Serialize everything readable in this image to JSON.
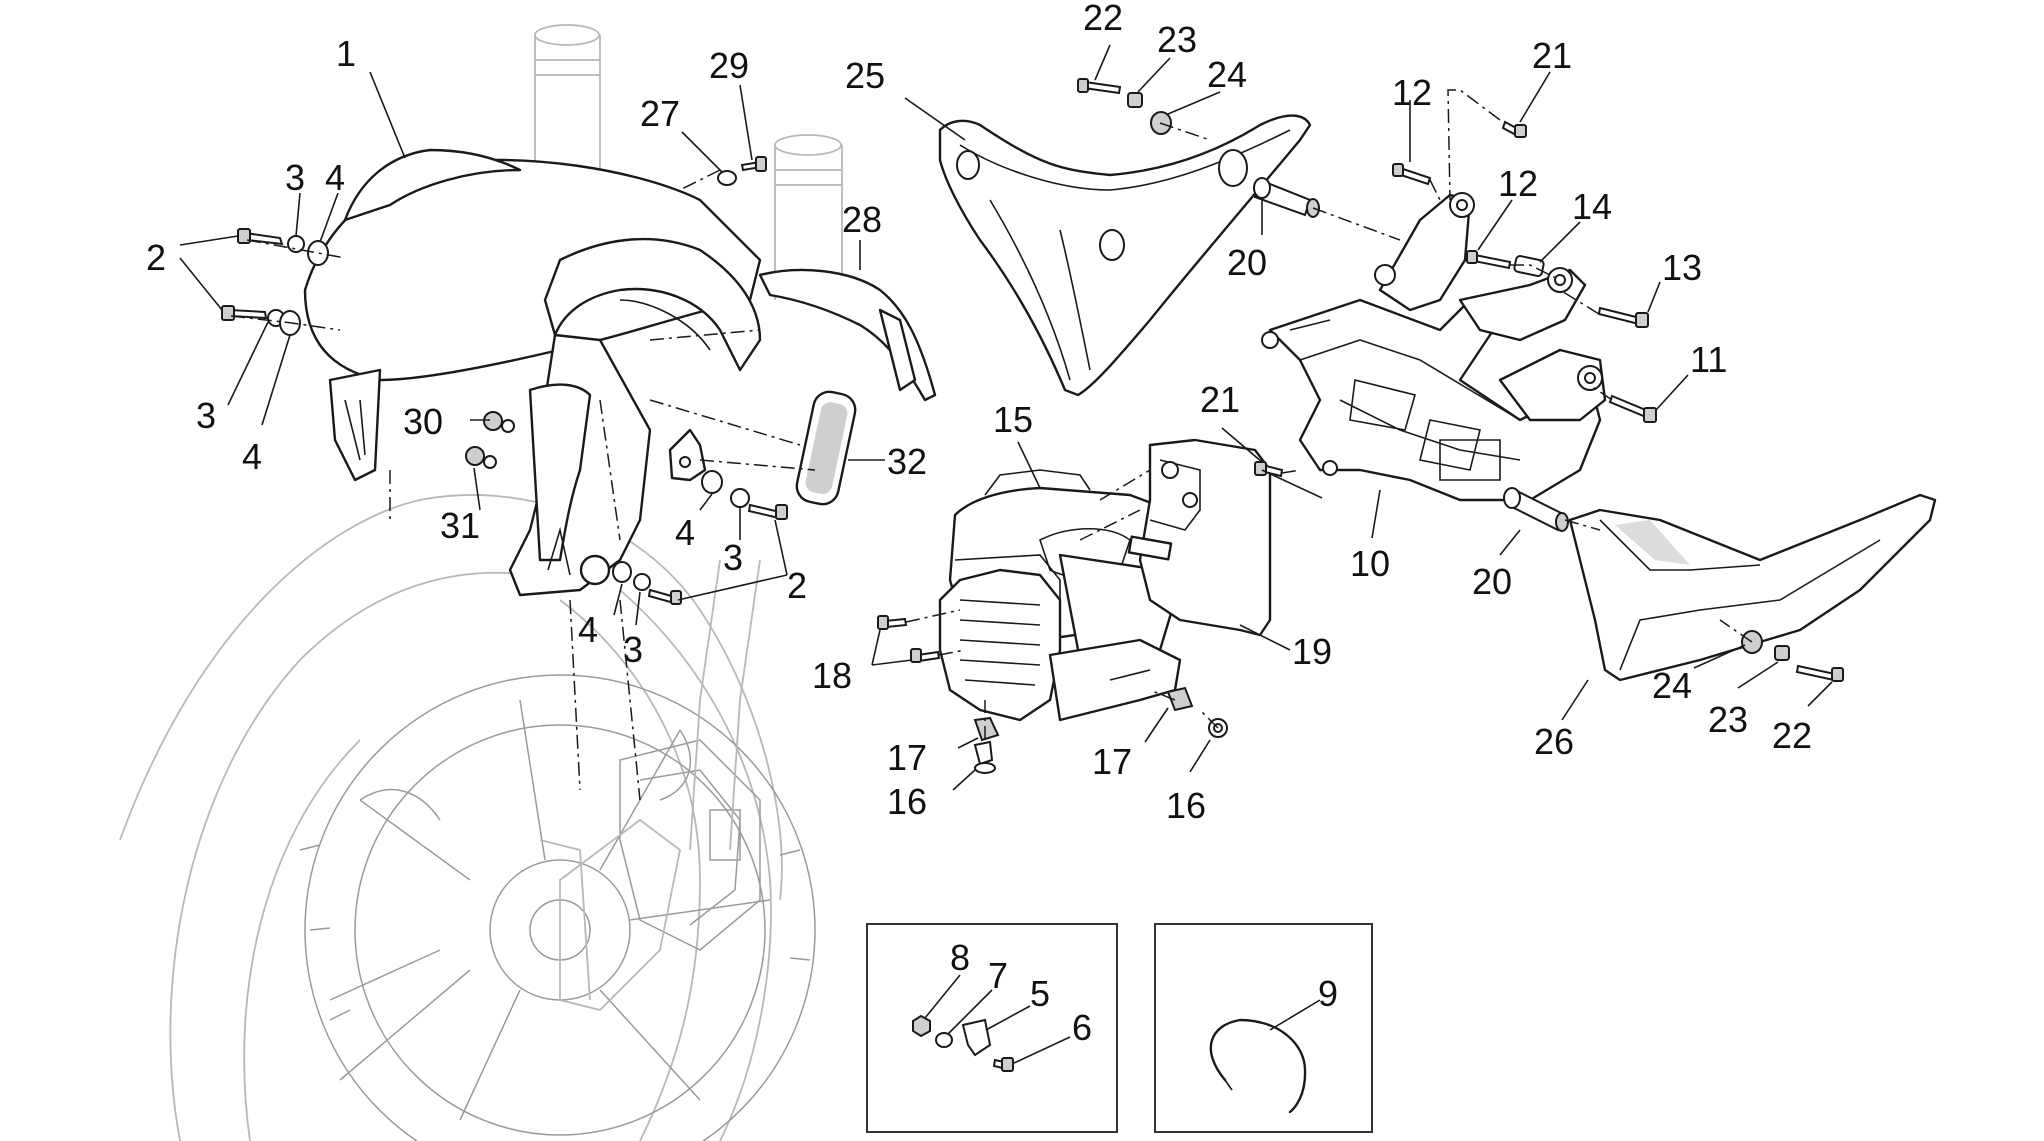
{
  "callouts": [
    {
      "id": "c1",
      "text": "1"
    },
    {
      "id": "c2a",
      "text": "2"
    },
    {
      "id": "c3a",
      "text": "3"
    },
    {
      "id": "c4a",
      "text": "4"
    },
    {
      "id": "c3b",
      "text": "3"
    },
    {
      "id": "c4b",
      "text": "4"
    },
    {
      "id": "c27",
      "text": "27"
    },
    {
      "id": "c29",
      "text": "29"
    },
    {
      "id": "c28",
      "text": "28"
    },
    {
      "id": "c30",
      "text": "30"
    },
    {
      "id": "c31",
      "text": "31"
    },
    {
      "id": "c32",
      "text": "32"
    },
    {
      "id": "c4c",
      "text": "4"
    },
    {
      "id": "c3c",
      "text": "3"
    },
    {
      "id": "c2b",
      "text": "2"
    },
    {
      "id": "c4d",
      "text": "4"
    },
    {
      "id": "c3d",
      "text": "3"
    },
    {
      "id": "c25",
      "text": "25"
    },
    {
      "id": "c22a",
      "text": "22"
    },
    {
      "id": "c23a",
      "text": "23"
    },
    {
      "id": "c24a",
      "text": "24"
    },
    {
      "id": "c20a",
      "text": "20"
    },
    {
      "id": "c12a",
      "text": "12"
    },
    {
      "id": "c21a",
      "text": "21"
    },
    {
      "id": "c12b",
      "text": "12"
    },
    {
      "id": "c14",
      "text": "14"
    },
    {
      "id": "c13",
      "text": "13"
    },
    {
      "id": "c11",
      "text": "11"
    },
    {
      "id": "c21b",
      "text": "21"
    },
    {
      "id": "c10",
      "text": "10"
    },
    {
      "id": "c20b",
      "text": "20"
    },
    {
      "id": "c15",
      "text": "15"
    },
    {
      "id": "c19",
      "text": "19"
    },
    {
      "id": "c18",
      "text": "18"
    },
    {
      "id": "c17a",
      "text": "17"
    },
    {
      "id": "c16a",
      "text": "16"
    },
    {
      "id": "c17b",
      "text": "17"
    },
    {
      "id": "c16b",
      "text": "16"
    },
    {
      "id": "c24b",
      "text": "24"
    },
    {
      "id": "c23b",
      "text": "23"
    },
    {
      "id": "c22b",
      "text": "22"
    },
    {
      "id": "c26",
      "text": "26"
    },
    {
      "id": "c8",
      "text": "8"
    },
    {
      "id": "c7",
      "text": "7"
    },
    {
      "id": "c5",
      "text": "5"
    },
    {
      "id": "c6",
      "text": "6"
    },
    {
      "id": "c9",
      "text": "9"
    }
  ]
}
